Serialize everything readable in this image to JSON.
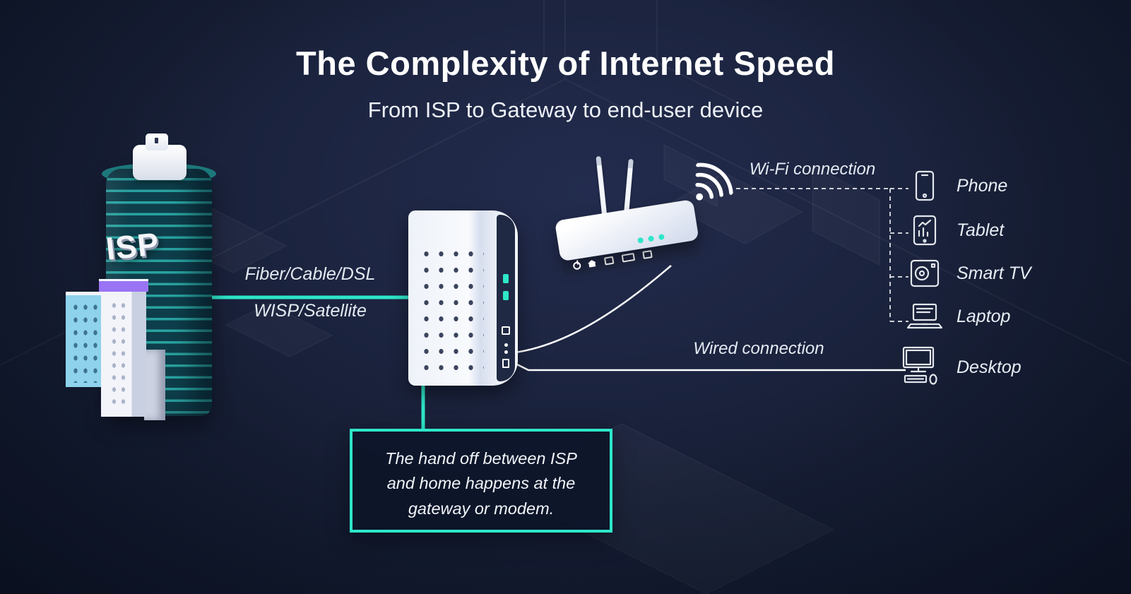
{
  "header": {
    "title": "The Complexity of Internet Speed",
    "subtitle": "From ISP to Gateway to end-user device"
  },
  "isp": {
    "label": "ISP"
  },
  "connections": {
    "isp_link_line1": "Fiber/Cable/DSL",
    "isp_link_line2": "WISP/Satellite",
    "wifi_label": "Wi-Fi connection",
    "wired_label": "Wired connection"
  },
  "callout": {
    "text": "The hand off between ISP and home happens at the gateway or modem."
  },
  "devices": [
    {
      "label": "Phone",
      "connection": "wifi"
    },
    {
      "label": "Tablet",
      "connection": "wifi"
    },
    {
      "label": "Smart TV",
      "connection": "wifi"
    },
    {
      "label": "Laptop",
      "connection": "wifi"
    },
    {
      "label": "Desktop",
      "connection": "wired"
    }
  ],
  "colors": {
    "accent": "#2ee6c9",
    "background": "#141c33",
    "text": "#ffffff",
    "building_purple": "#9a74f4",
    "building_blue": "#8ed2ec"
  }
}
